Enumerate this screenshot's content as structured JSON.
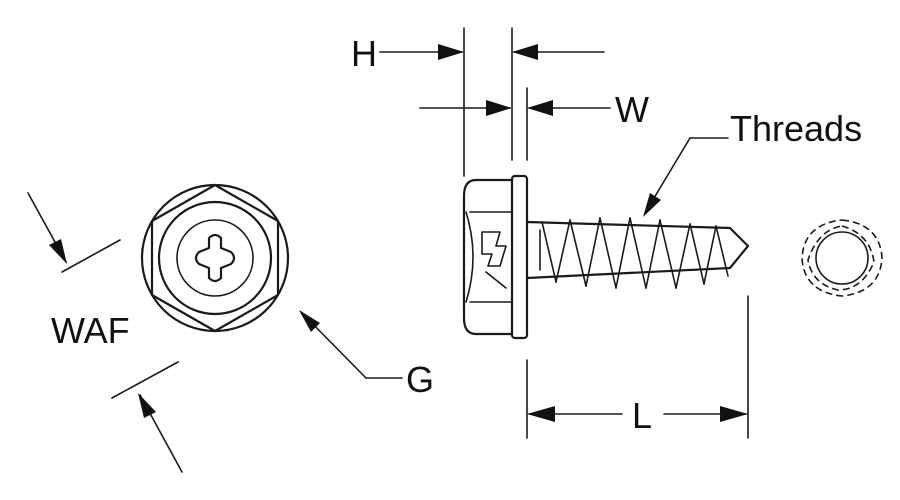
{
  "diagram": {
    "labels": {
      "h": "H",
      "w": "W",
      "threads": "Threads",
      "waf": "WAF",
      "g": "G",
      "l": "L"
    },
    "colors": {
      "ink": "#1a1a1a",
      "background": "#ffffff"
    }
  }
}
